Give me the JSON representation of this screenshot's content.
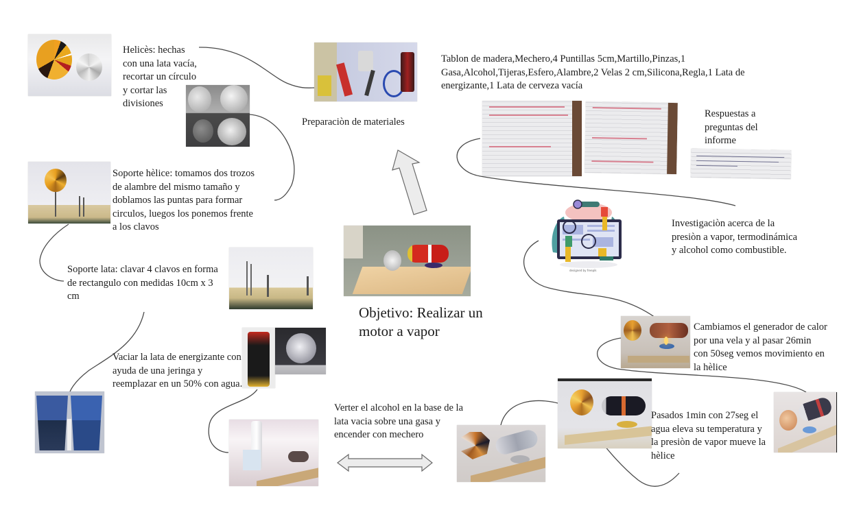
{
  "title": {
    "objective": "Objetivo: Realizar un motor a vapor"
  },
  "nodes": {
    "helices": "Helicès: hechas con una lata vacía, recortar un círculo y cortar las divisiones",
    "preparacion": "Preparaciòn de materiales",
    "materiales": "Tablon de madera,Mechero,4 Puntillas 5cm,Martillo,Pinzas,1 Gasa,Alcohol,Tijeras,Esfero,Alambre,2 Velas 2 cm,Silicona,Regla,1 Lata de energizante,1 Lata de cerveza vacía",
    "respuestas": "Respuestas a preguntas del informe",
    "soporte_helice": "Soporte hèlice: tomamos dos trozos de alambre  del mismo tamaño y doblamos las puntas para formar circulos, luegos los ponemos frente a los clavos",
    "soporte_lata": "Soporte lata: clavar 4 clavos en forma de rectangulo con medidas 10cm x 3 cm",
    "investigacion": "Investigaciòn acerca de la presiòn a vapor, termodinámica y  alcohol como combustible.",
    "vaciar": "Vaciar la lata de energizante con ayuda de una jeringa y reemplazar en un 50% con agua.",
    "cambiamos": "Cambiamos el generador de calor por una vela y al pasar 26min con 50seg vemos movimiento en la hèlice",
    "verter": "Verter  el alcohol en la base de la lata vacia sobre una gasa y encender con mechero",
    "pasados": "Pasados 1min con 27seg el agua eleva su temperatura y la presiòn de vapor mueve la hèlice"
  },
  "illustration": {
    "credit": "designed by freepik"
  },
  "images": {
    "helice_photo": "propeller photo",
    "circles_photo": "cut aluminum circles",
    "tools_photo": "materials and tools",
    "notes_photo_1": "handwritten notes page 1",
    "notes_photo_2": "handwritten notes page 2",
    "notes_photo_3": "handwritten answer strip",
    "soporte_helice_photo": "propeller support",
    "soporte_lata_photo": "nails on wooden board",
    "motor_photo": "finished steam motor",
    "can_photo": "energy drink can",
    "can_top_photo": "can top",
    "cups_photo": "blue cups and syringe",
    "alcohol_photo": "alcohol bottle and setup",
    "setup_photo": "can on stand with propeller",
    "candle_photo": "candle heating can",
    "flame_photo": "motor running with flame",
    "final_photo": "final motor assembly"
  },
  "colors": {
    "connector": "#4a4a4a",
    "arrow_fill": "#ececec",
    "arrow_stroke": "#6a6a6a"
  }
}
